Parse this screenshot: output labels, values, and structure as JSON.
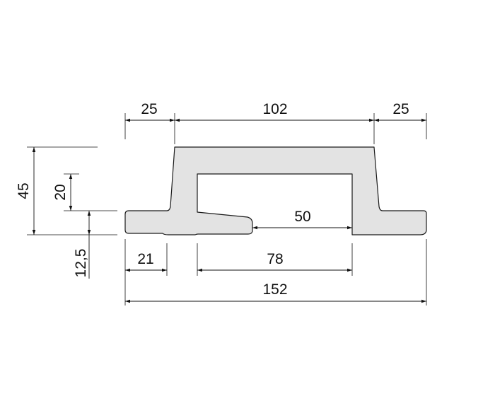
{
  "dimensions": {
    "top_left_width": "25",
    "top_middle_width": "102",
    "top_right_width": "25",
    "total_height": "45",
    "inner_height": "20",
    "base_height": "12,5",
    "slot_width": "50",
    "left_foot_width": "21",
    "inner_bottom_width": "78",
    "total_width": "152"
  },
  "colors": {
    "profile_fill": "#e3e3e3",
    "profile_stroke": "#1a1a1a",
    "dimension_lines": "#111111"
  }
}
